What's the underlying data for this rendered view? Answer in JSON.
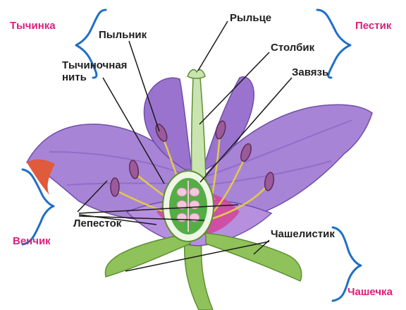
{
  "groups": {
    "stamen": "Тычинка",
    "pistil": "Пестик",
    "corolla": "Венчик",
    "calyx": "Чашечка"
  },
  "labels": {
    "stigma": "Рыльце",
    "anther": "Пыльник",
    "style": "Столбик",
    "filament_line1": "Тычиночная",
    "filament_line2": "нить",
    "ovary": "Завязь",
    "petal": "Лепесток",
    "sepal": "Чашелистик"
  },
  "colors": {
    "group_label": "#d6227c",
    "brace": "#1f6fc4",
    "petal": "#a884d6",
    "petal_shadow": "#8b63c4",
    "petal_base": "#d2449a",
    "stem": "#8fc25a",
    "ovary": "#54ad45",
    "ovule": "#f2c8dc"
  }
}
